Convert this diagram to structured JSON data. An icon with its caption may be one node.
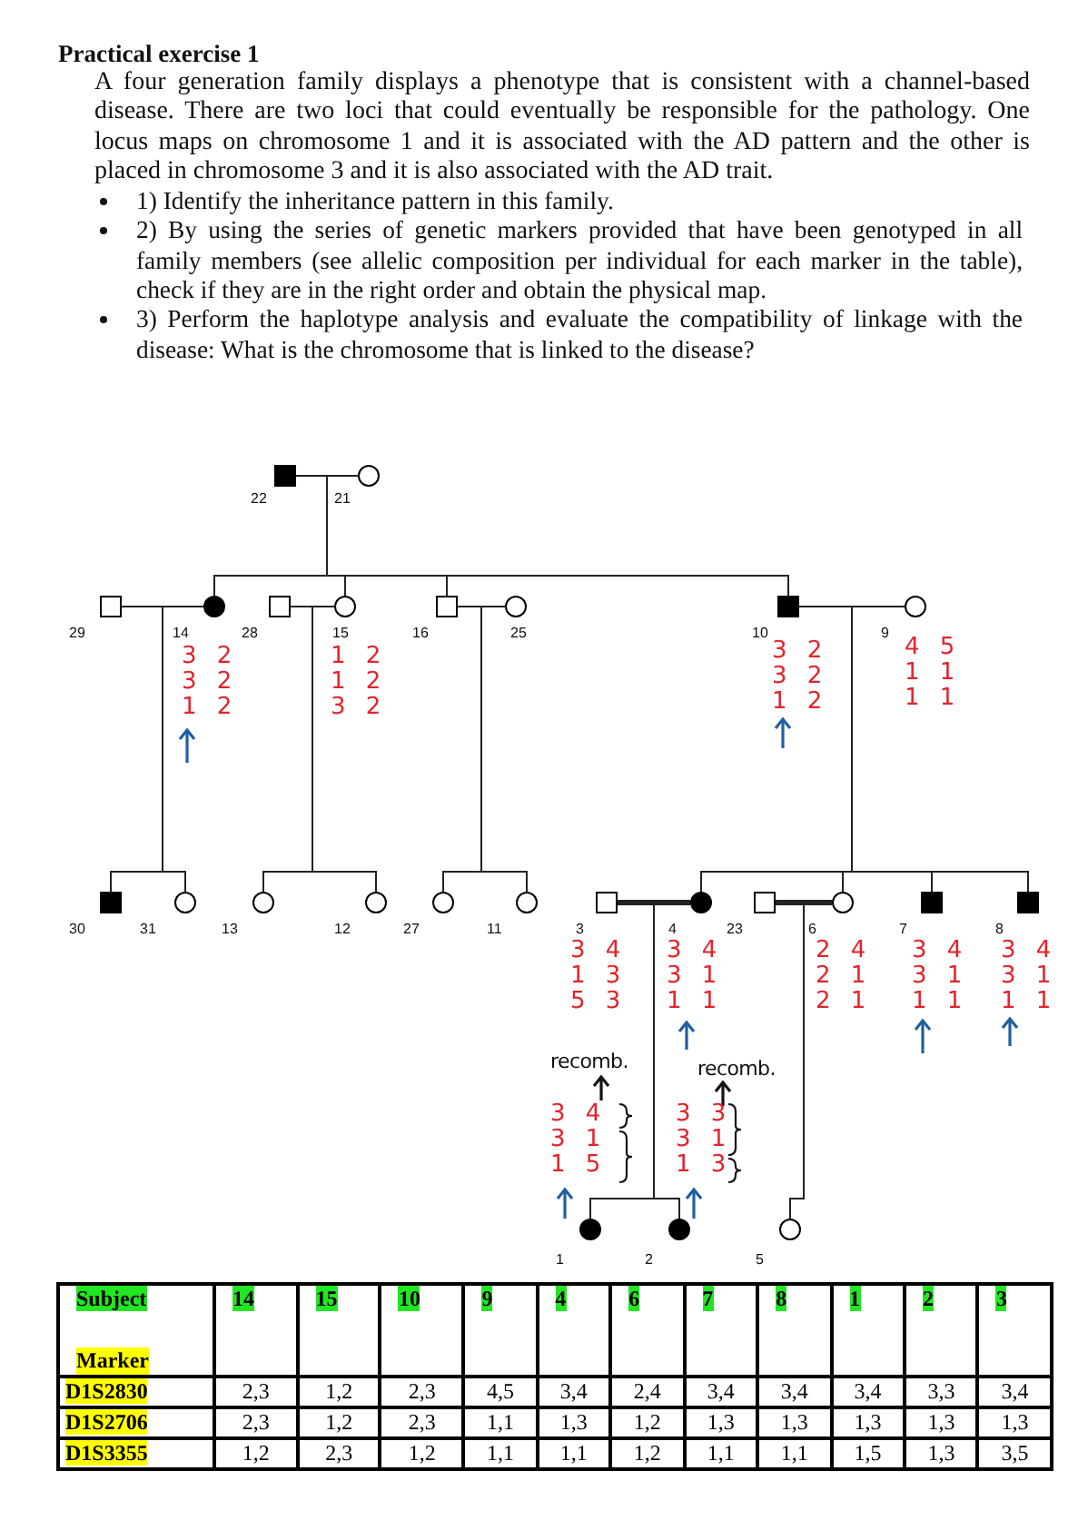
{
  "diagram": {
    "title": "Practical exercise 1",
    "nodes": [
      {
        "text": [],
        "shape": "filled-square",
        "beside": [
          "22"
        ]
      },
      {
        "text": [],
        "shape": "circle",
        "beside": [
          "21"
        ]
      },
      {
        "text": [],
        "shape": "box",
        "beside": [
          "29"
        ]
      },
      {
        "text": [],
        "shape": "filled-circle",
        "beside": [
          "14",
          "3 2",
          "3 2",
          "1 2"
        ]
      },
      {
        "text": [],
        "shape": "box",
        "beside": [
          "28"
        ]
      },
      {
        "text": [],
        "shape": "circle",
        "beside": [
          "15",
          "1 2",
          "1 2",
          "3 2"
        ]
      },
      {
        "text": [],
        "shape": "box",
        "beside": [
          "16"
        ]
      },
      {
        "text": [],
        "shape": "circle",
        "beside": [
          "25"
        ]
      },
      {
        "text": [],
        "shape": "filled-square",
        "beside": [
          "10",
          "3 2",
          "3 2",
          "1 2"
        ]
      },
      {
        "text": [],
        "shape": "circle",
        "beside": [
          "9",
          "4 5",
          "1 1",
          "1 1"
        ]
      },
      {
        "text": [],
        "shape": "filled-square",
        "beside": [
          "30"
        ]
      },
      {
        "text": [],
        "shape": "circle",
        "beside": [
          "31"
        ]
      },
      {
        "text": [],
        "shape": "circle",
        "beside": [
          "13"
        ]
      },
      {
        "text": [],
        "shape": "circle",
        "beside": [
          "12"
        ]
      },
      {
        "text": [],
        "shape": "circle",
        "beside": [
          "27"
        ]
      },
      {
        "text": [],
        "shape": "circle",
        "beside": [
          "11"
        ]
      },
      {
        "text": [],
        "shape": "box",
        "beside": [
          "3",
          "3 4",
          "1 3",
          "5 3"
        ]
      },
      {
        "text": [],
        "shape": "filled-circle",
        "beside": [
          "4",
          "3 4",
          "3 1",
          "1 1"
        ]
      },
      {
        "text": [],
        "shape": "box",
        "beside": [
          "23"
        ]
      },
      {
        "text": [],
        "shape": "circle",
        "beside": [
          "6",
          "2 4",
          "2 1",
          "2 1"
        ]
      },
      {
        "text": [],
        "shape": "filled-square",
        "beside": [
          "7",
          "3 4",
          "3 1",
          "1 1"
        ]
      },
      {
        "text": [],
        "shape": "filled-square",
        "beside": [
          "8",
          "3 4",
          "3 1",
          "1 1"
        ]
      },
      {
        "text": [],
        "shape": "filled-circle",
        "beside": [
          "1",
          "3 4",
          "3 1",
          "1 5",
          "recomb."
        ]
      },
      {
        "text": [],
        "shape": "filled-circle",
        "beside": [
          "2",
          "3 3",
          "3 1",
          "1 3",
          "recomb."
        ]
      },
      {
        "text": [],
        "shape": "circle",
        "beside": [
          "5"
        ]
      }
    ],
    "edges": [
      {
        "from": 0,
        "to": 1,
        "arrow": "none"
      },
      {
        "from": 0,
        "to": 3,
        "arrow": "none"
      },
      {
        "from": 1,
        "to": 3,
        "arrow": "none"
      },
      {
        "from": 0,
        "to": 5,
        "arrow": "none"
      },
      {
        "from": 1,
        "to": 5,
        "arrow": "none"
      },
      {
        "from": 0,
        "to": 6,
        "arrow": "none"
      },
      {
        "from": 1,
        "to": 6,
        "arrow": "none"
      },
      {
        "from": 0,
        "to": 8,
        "arrow": "none"
      },
      {
        "from": 1,
        "to": 8,
        "arrow": "none"
      },
      {
        "from": 2,
        "to": 3,
        "arrow": "none"
      },
      {
        "from": 4,
        "to": 5,
        "arrow": "none"
      },
      {
        "from": 6,
        "to": 7,
        "arrow": "none"
      },
      {
        "from": 8,
        "to": 9,
        "arrow": "none"
      },
      {
        "from": 2,
        "to": 10,
        "arrow": "none"
      },
      {
        "from": 3,
        "to": 10,
        "arrow": "none"
      },
      {
        "from": 2,
        "to": 11,
        "arrow": "none"
      },
      {
        "from": 3,
        "to": 11,
        "arrow": "none"
      },
      {
        "from": 4,
        "to": 12,
        "arrow": "none"
      },
      {
        "from": 5,
        "to": 12,
        "arrow": "none"
      },
      {
        "from": 4,
        "to": 13,
        "arrow": "none"
      },
      {
        "from": 5,
        "to": 13,
        "arrow": "none"
      },
      {
        "from": 6,
        "to": 14,
        "arrow": "none"
      },
      {
        "from": 7,
        "to": 14,
        "arrow": "none"
      },
      {
        "from": 6,
        "to": 15,
        "arrow": "none"
      },
      {
        "from": 7,
        "to": 15,
        "arrow": "none"
      },
      {
        "from": 8,
        "to": 17,
        "arrow": "none"
      },
      {
        "from": 9,
        "to": 17,
        "arrow": "none"
      },
      {
        "from": 8,
        "to": 19,
        "arrow": "none"
      },
      {
        "from": 9,
        "to": 19,
        "arrow": "none"
      },
      {
        "from": 8,
        "to": 20,
        "arrow": "none"
      },
      {
        "from": 9,
        "to": 20,
        "arrow": "none"
      },
      {
        "from": 8,
        "to": 21,
        "arrow": "none"
      },
      {
        "from": 9,
        "to": 21,
        "arrow": "none"
      },
      {
        "from": 16,
        "to": 17,
        "arrow": "none",
        "style": "thick"
      },
      {
        "from": 18,
        "to": 19,
        "arrow": "none",
        "style": "thick"
      },
      {
        "from": 16,
        "to": 22,
        "arrow": "none"
      },
      {
        "from": 17,
        "to": 22,
        "arrow": "none"
      },
      {
        "from": 16,
        "to": 23,
        "arrow": "none"
      },
      {
        "from": 17,
        "to": 23,
        "arrow": "none"
      },
      {
        "from": 18,
        "to": 24,
        "arrow": "none"
      },
      {
        "from": 19,
        "to": 24,
        "arrow": "none"
      }
    ],
    "labels": [
      "A four generation family displays a phenotype that is consistent with a channel-based disease. There are two loci that could eventually be responsible for the pathology. One locus maps on chromosome 1 and it is associated with the AD pattern and the other is placed in chromosome 3 and it is also associated with the AD trait.",
      "1) Identify the inheritance pattern in this family.",
      "2) By using the series of genetic markers provided that have been genotyped in all family members (see allelic composition per individual for each marker in the table), check if they are in the right order and obtain the physical map.",
      "3) Perform the haplotype analysis and evaluate the compatibility of linkage with the disease: What is the chromosome that is linked to the disease?",
      "Subject",
      "14",
      "15",
      "10",
      "9",
      "4",
      "6",
      "7",
      "8",
      "1",
      "2",
      "3",
      "Marker",
      "D1S2830",
      "2,3",
      "1,2",
      "2,3",
      "4,5",
      "3,4",
      "2,4",
      "3,4",
      "3,4",
      "3,4",
      "3,3",
      "3,4",
      "D1S2706",
      "2,3",
      "1,2",
      "2,3",
      "1,1",
      "1,3",
      "1,2",
      "1,3",
      "1,3",
      "1,3",
      "1,3",
      "1,3",
      "D1S3355",
      "1,2",
      "2,3",
      "1,2",
      "1,1",
      "1,1",
      "1,2",
      "1,1",
      "1,1",
      "1,5",
      "1,3",
      "3,5"
    ]
  }
}
